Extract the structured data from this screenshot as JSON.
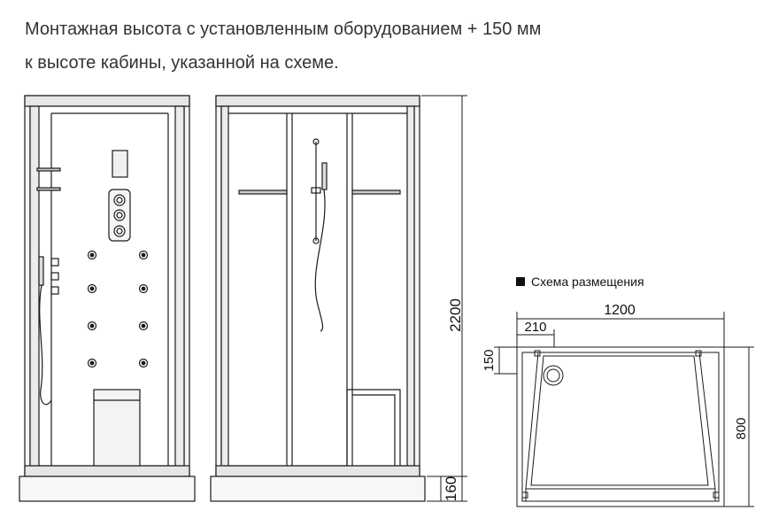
{
  "caption": {
    "line1": "Монтажная высота с установленным оборудованием + 150 мм",
    "line2": "к высоте кабины,  указанной на схеме."
  },
  "dimensions": {
    "height_total": "2200",
    "base_height": "160",
    "width": "1200",
    "offset": "210",
    "depth_step": "150",
    "depth": "800"
  },
  "layout_title": "Схема размещения",
  "colors": {
    "line": "#1a1a1a",
    "frame_fill": "#f2f2f2"
  }
}
